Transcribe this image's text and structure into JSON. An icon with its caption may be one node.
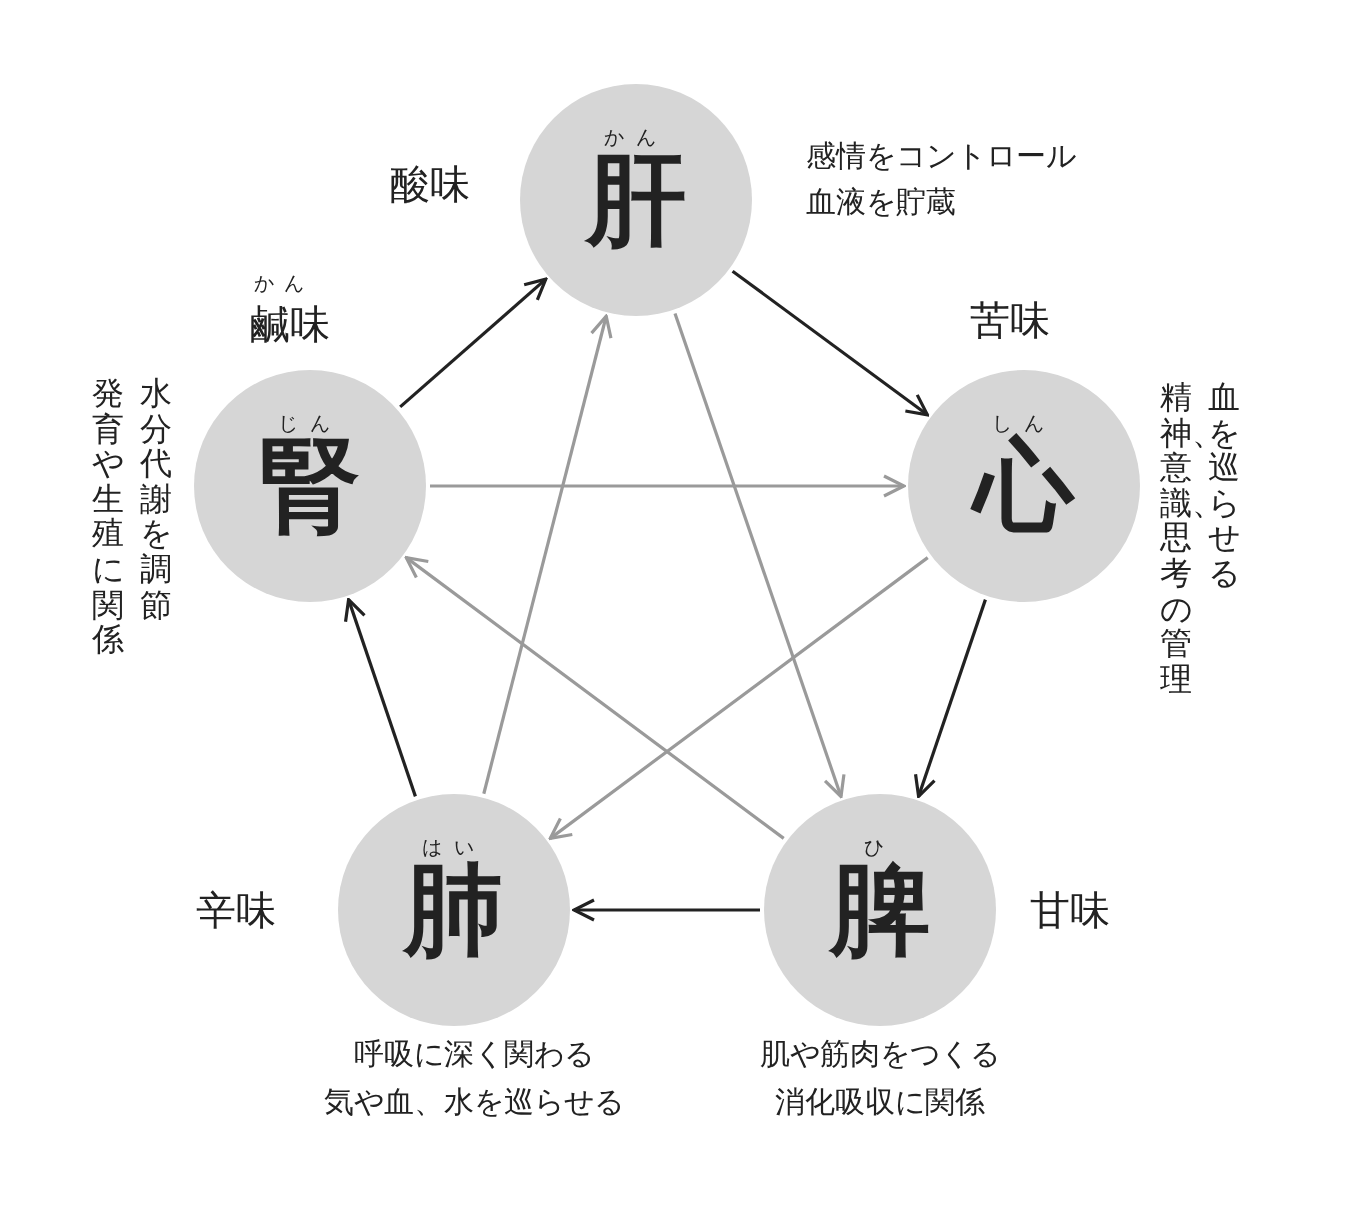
{
  "diagram": {
    "nodes": [
      {
        "text": [
          "かん",
          "肝"
        ],
        "beside": [
          "酸味",
          "感情をコントロール",
          "血液を貯蔵"
        ]
      },
      {
        "text": [
          "しん",
          "心"
        ],
        "beside": [
          "苦味",
          "血を巡らせる",
          "精神、意識、思考の管理"
        ]
      },
      {
        "text": [
          "ひ",
          "脾"
        ],
        "beside": [
          "甘味",
          "肌や筋肉をつくる",
          "消化吸収に関係"
        ]
      },
      {
        "text": [
          "はい",
          "肺"
        ],
        "beside": [
          "辛味",
          "呼吸に深く関わる",
          "気や血、水を巡らせる"
        ]
      },
      {
        "text": [
          "じん",
          "腎"
        ],
        "beside": [
          "かん",
          "鹹味",
          "水分代謝を調節",
          "発育や生殖に関係"
        ]
      }
    ],
    "edges": [
      {
        "from": 0,
        "to": 1,
        "arrow": "to"
      },
      {
        "from": 1,
        "to": 2,
        "arrow": "to"
      },
      {
        "from": 2,
        "to": 3,
        "arrow": "to"
      },
      {
        "from": 3,
        "to": 4,
        "arrow": "to"
      },
      {
        "from": 4,
        "to": 0,
        "arrow": "to"
      },
      {
        "from": 0,
        "to": 2,
        "arrow": "to",
        "color": "#9a9a9a"
      },
      {
        "from": 2,
        "to": 4,
        "arrow": "to",
        "color": "#9a9a9a"
      },
      {
        "from": 4,
        "to": 1,
        "arrow": "to",
        "color": "#9a9a9a"
      },
      {
        "from": 1,
        "to": 3,
        "arrow": "to",
        "color": "#9a9a9a"
      },
      {
        "from": 3,
        "to": 0,
        "arrow": "to",
        "color": "#9a9a9a"
      }
    ]
  }
}
